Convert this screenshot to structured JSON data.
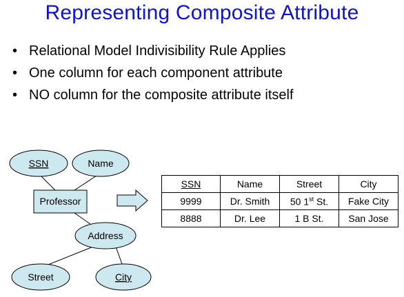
{
  "slide": {
    "title": "Representing Composite Attribute",
    "bullets": [
      "Relational Model Indivisibility Rule Applies",
      "One column for each component attribute",
      "NO column for the composite attribute itself"
    ],
    "bullet_glyph": "•"
  },
  "er_diagram": {
    "entity": "Professor",
    "attributes": {
      "ssn": "SSN",
      "name": "Name",
      "address": "Address",
      "street": "Street",
      "city": "City"
    },
    "colors": {
      "fill": "#cde8ee",
      "stroke": "#000000"
    }
  },
  "arrow": {
    "icon": "block-right-arrow-icon"
  },
  "table": {
    "headers": [
      "SSN",
      "Name",
      "Street",
      "City"
    ],
    "rows": [
      {
        "ssn": "9999",
        "name": "Dr. Smith",
        "street_num": "50 1",
        "street_sup": "st",
        "street_rest": " St.",
        "city": "Fake City"
      },
      {
        "ssn": "8888",
        "name": "Dr. Lee",
        "street": "1 B St.",
        "city": "San Jose"
      }
    ]
  },
  "colors": {
    "title": "#0f14c8"
  }
}
